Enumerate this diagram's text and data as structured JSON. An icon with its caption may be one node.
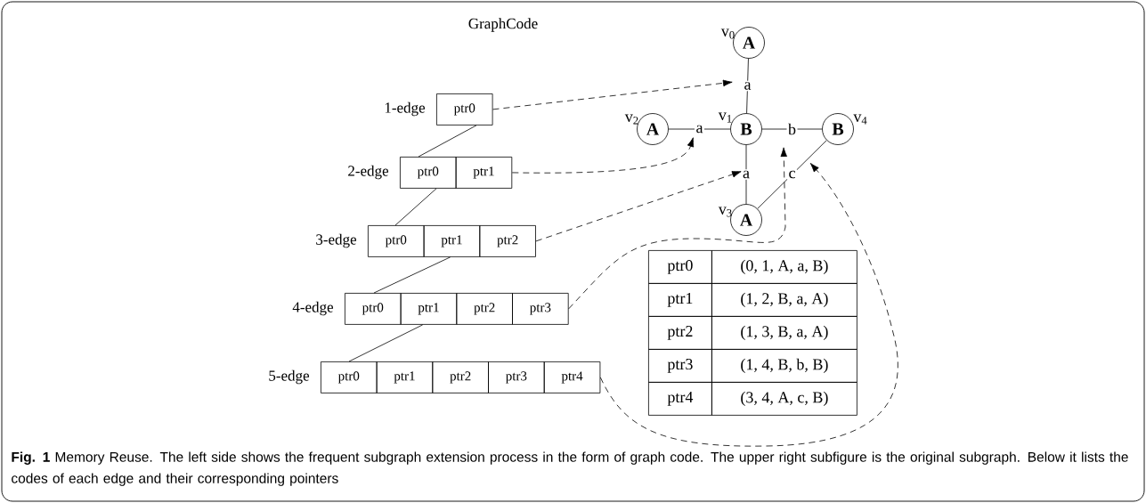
{
  "diagram": {
    "caption": "**Fig. 1** Memory Reuse. The left side shows the frequent subgraph extension process in the form of graph code. The upper right subfigure is the original subgraph. Below it lists the codes of each edge and their corresponding pointers",
    "nodes": [
      {
        "text": [
          "A"
        ],
        "beside": [
          "v$_{0}$"
        ]
      },
      {
        "text": [
          "A"
        ],
        "beside": [
          "v$_{2}$"
        ]
      },
      {
        "text": [
          "B"
        ],
        "beside": [
          "v$_{1}$"
        ]
      },
      {
        "text": [
          "B"
        ],
        "beside": [
          "v$_{4}$"
        ]
      },
      {
        "text": [
          "A"
        ],
        "beside": [
          "v$_{3}$"
        ]
      },
      {
        "text": [
          "ptr0"
        ],
        "beside": [
          "1-edge"
        ]
      },
      {
        "text": [
          "ptr0"
        ],
        "beside": [
          "2-edge"
        ]
      },
      {
        "text": [
          "ptr1"
        ]
      },
      {
        "text": [
          "ptr0"
        ],
        "beside": [
          "3-edge"
        ]
      },
      {
        "text": [
          "ptr1"
        ]
      },
      {
        "text": [
          "ptr2"
        ]
      },
      {
        "text": [
          "ptr0"
        ],
        "beside": [
          "4-edge"
        ]
      },
      {
        "text": [
          "ptr1"
        ]
      },
      {
        "text": [
          "ptr2"
        ]
      },
      {
        "text": [
          "ptr3"
        ]
      },
      {
        "text": [
          "ptr0"
        ],
        "beside": [
          "5-edge"
        ]
      },
      {
        "text": [
          "ptr1"
        ]
      },
      {
        "text": [
          "ptr2"
        ]
      },
      {
        "text": [
          "ptr3"
        ]
      },
      {
        "text": [
          "ptr4"
        ]
      }
    ],
    "edges": [
      {
        "from": 0,
        "to": 2,
        "arrow": "none",
        "label": "a"
      },
      {
        "from": 1,
        "to": 2,
        "arrow": "none",
        "label": "a"
      },
      {
        "from": 2,
        "to": 3,
        "arrow": "none",
        "label": "b"
      },
      {
        "from": 2,
        "to": 4,
        "arrow": "none",
        "label": "a"
      },
      {
        "from": 4,
        "to": 3,
        "arrow": "none",
        "label": "c"
      },
      {
        "from": 5,
        "to": 6,
        "arrow": "none"
      },
      {
        "from": 6,
        "to": 8,
        "arrow": "none"
      },
      {
        "from": 9,
        "to": 11,
        "arrow": "none"
      },
      {
        "from": 12,
        "to": 15,
        "arrow": "none"
      },
      {
        "from": 5,
        "to": null,
        "arrow": "to",
        "style": "dashed"
      },
      {
        "from": 7,
        "to": null,
        "arrow": "to",
        "style": "dashed"
      },
      {
        "from": 10,
        "to": null,
        "arrow": "to",
        "style": "dashed"
      },
      {
        "from": 14,
        "to": null,
        "arrow": "to",
        "style": "dashed"
      },
      {
        "from": 19,
        "to": null,
        "arrow": "to",
        "style": "dashed"
      }
    ],
    "labels": [
      "GraphCode",
      "ptr0",
      "(0, 1, A, a, B)",
      "ptr1",
      "(1, 2, B, a, A)",
      "ptr2",
      "(1, 3, B, a, A)",
      "ptr3",
      "(1, 4, B, b, B)",
      "ptr4",
      "(3, 4, A, c, B)"
    ]
  }
}
